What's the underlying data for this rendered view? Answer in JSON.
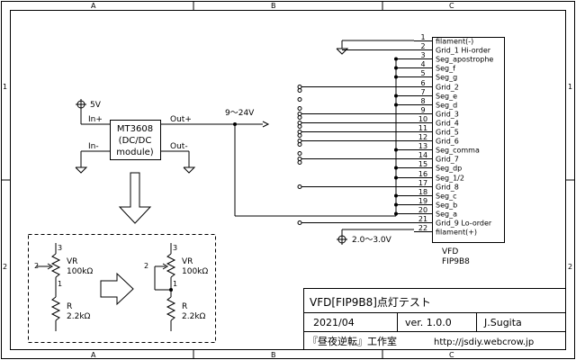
{
  "frame": {
    "cols": [
      "A",
      "B",
      "C"
    ],
    "rows": [
      "1",
      "2"
    ]
  },
  "supply": {
    "in_voltage": "5V",
    "out_voltage": "9～24V",
    "filament_voltage": "2.0～3.0V"
  },
  "converter": {
    "name_line1": "MT3608",
    "name_line2": "(DC/DC",
    "name_line3": "module)",
    "in_plus": "In+",
    "in_minus": "In-",
    "out_plus": "Out+",
    "out_minus": "Out-"
  },
  "vfd": {
    "part_line1": "VFD",
    "part_line2": "FIP9B8",
    "pins": [
      {
        "num": "1",
        "name": "filament(-)"
      },
      {
        "num": "2",
        "name": "Grid_1 Hi-order"
      },
      {
        "num": "3",
        "name": "Seg_apostrophe"
      },
      {
        "num": "4",
        "name": "Seg_f"
      },
      {
        "num": "5",
        "name": "Seg_g"
      },
      {
        "num": "6",
        "name": "Grid_2"
      },
      {
        "num": "7",
        "name": "Seg_e"
      },
      {
        "num": "8",
        "name": "Seg_d"
      },
      {
        "num": "9",
        "name": "Grid_3"
      },
      {
        "num": "10",
        "name": "Grid_4"
      },
      {
        "num": "11",
        "name": "Grid_5"
      },
      {
        "num": "12",
        "name": "Grid_6"
      },
      {
        "num": "13",
        "name": "Seg_comma"
      },
      {
        "num": "14",
        "name": "Grid_7"
      },
      {
        "num": "15",
        "name": "Seg_dp"
      },
      {
        "num": "16",
        "name": "Seg_1/2"
      },
      {
        "num": "17",
        "name": "Grid_8"
      },
      {
        "num": "18",
        "name": "Seg_c"
      },
      {
        "num": "19",
        "name": "Seg_b"
      },
      {
        "num": "20",
        "name": "Seg_a"
      },
      {
        "num": "21",
        "name": "Grid_9 Lo-order"
      },
      {
        "num": "22",
        "name": "filament(+)"
      }
    ]
  },
  "inset": {
    "vr_label": "VR",
    "vr_value": "100kΩ",
    "r_label": "R",
    "r_value": "2.2kΩ",
    "pin1": "1",
    "pin2": "2",
    "pin3": "3"
  },
  "title_block": {
    "title": "VFD[FIP9B8]点灯テスト",
    "date": "2021/04",
    "version": "ver. 1.0.0",
    "author": "J.Sugita",
    "studio": "『昼夜逆転』工作室",
    "url": "http://jsdiy.webcrow.jp"
  }
}
